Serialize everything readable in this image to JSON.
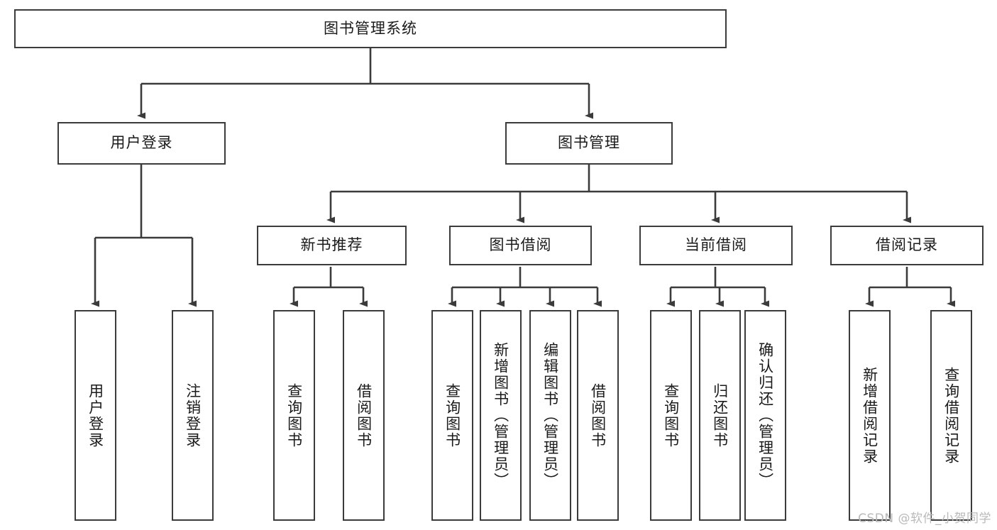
{
  "diagram": {
    "title_node": {
      "label": "图书管理系统"
    },
    "level2": [
      {
        "id": "user-login",
        "label": "用户登录"
      },
      {
        "id": "book-management",
        "label": "图书管理"
      }
    ],
    "level3": [
      {
        "id": "new-book-recommend",
        "label": "新书推荐"
      },
      {
        "id": "book-borrow",
        "label": "图书借阅"
      },
      {
        "id": "current-borrow",
        "label": "当前借阅"
      },
      {
        "id": "borrow-record",
        "label": "借阅记录"
      }
    ],
    "leaves": {
      "user_login": [
        {
          "id": "leaf-user-login",
          "label": "用户登录"
        },
        {
          "id": "leaf-logout",
          "label": "注销登录"
        }
      ],
      "new_book_recommend": [
        {
          "id": "leaf-query-book-1",
          "label": "查询图书"
        },
        {
          "id": "leaf-borrow-book-1",
          "label": "借阅图书"
        }
      ],
      "book_borrow": [
        {
          "id": "leaf-query-book-2",
          "label": "查询图书"
        },
        {
          "id": "leaf-add-book",
          "label": "新增图书（管理员）"
        },
        {
          "id": "leaf-edit-book",
          "label": "编辑图书（管理员）"
        },
        {
          "id": "leaf-borrow-book-2",
          "label": "借阅图书"
        }
      ],
      "current_borrow": [
        {
          "id": "leaf-query-book-3",
          "label": "查询图书"
        },
        {
          "id": "leaf-return-book",
          "label": "归还图书"
        },
        {
          "id": "leaf-confirm-return",
          "label": "确认归还（管理员）"
        }
      ],
      "borrow_record": [
        {
          "id": "leaf-add-record",
          "label": "新增借阅记录"
        },
        {
          "id": "leaf-query-record",
          "label": "查询借阅记录"
        }
      ]
    }
  },
  "watermark": {
    "text": "CSDN @软件_小贺同学"
  },
  "colors": {
    "border": "#3b3b3b",
    "background": "#ffffff",
    "text": "#1a1a1a",
    "watermark": "#b9b9b9"
  }
}
